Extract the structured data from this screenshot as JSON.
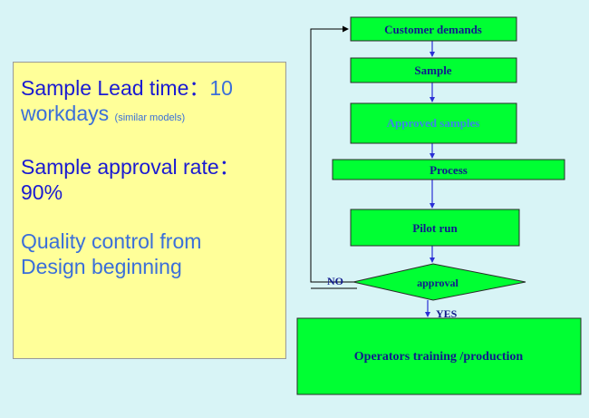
{
  "left_panel": {
    "lead_time_label": "Sample Lead time：",
    "lead_time_value": "10",
    "lead_time_unit": "workdays",
    "lead_time_note": "(similar models)",
    "approval_rate_label": "Sample approval rate：",
    "approval_rate_value": "90%",
    "quality_line1": "Quality control from",
    "quality_line2": "Design beginning"
  },
  "flowchart": {
    "nodes": {
      "customer_demands": "Customer demands",
      "sample": "Sample",
      "approved_samples": "Approved samples",
      "process": "Process",
      "pilot_run": "Pilot run",
      "approval": "approval",
      "operators_training": "Operators training /production"
    },
    "edge_labels": {
      "no": "NO",
      "yes": "YES"
    }
  },
  "colors": {
    "node_fill": "#00ff33",
    "text_box_fill": "#ffff99",
    "background": "#d8f4f6",
    "arrow": "#2b2fd6"
  }
}
